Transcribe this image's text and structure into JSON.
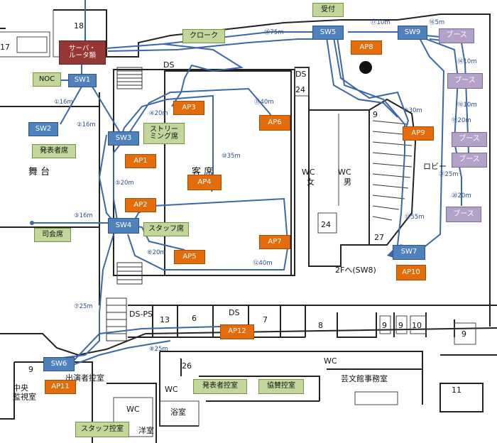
{
  "colors": {
    "switch": "#4f81bd",
    "access_point": "#e46c0a",
    "zone": "#c3d69b",
    "booth": "#b3a2c7",
    "server": "#953735",
    "cable": "#3b67a8"
  },
  "switches": {
    "sw1": "SW1",
    "sw2": "SW2",
    "sw3": "SW3",
    "sw4": "SW4",
    "sw5": "SW5",
    "sw6": "SW6",
    "sw7": "SW7",
    "sw9": "SW9"
  },
  "access_points": {
    "ap1": "AP1",
    "ap2": "AP2",
    "ap3": "AP3",
    "ap4": "AP4",
    "ap5": "AP5",
    "ap6": "AP6",
    "ap7": "AP7",
    "ap8": "AP8",
    "ap9": "AP9",
    "ap10": "AP10",
    "ap11": "AP11",
    "ap12": "AP12"
  },
  "server": "サーバ・\nルータ類",
  "zones": {
    "noc": "NOC",
    "cloak": "クローク",
    "reception": "受付",
    "speaker_seat": "発表者席",
    "streaming_seat": "ストリー\nミング席",
    "mc_seat": "司会席",
    "staff_seat": "スタッフ席",
    "speaker_waiting": "発表者控室",
    "sponsor_waiting": "協賛控室",
    "staff_waiting": "スタッフ控室"
  },
  "booth_label": "ブース",
  "distances": {
    "d1": "①16m",
    "d2": "②16m",
    "d3": "③16m",
    "d4": "④20m",
    "d5": "⑤20m",
    "d6": "⑥20m",
    "d7": "⑦25m",
    "d8": "⑧25m",
    "d9": "⑨30m",
    "d10": "⑩35m",
    "d11": "⑪40m",
    "d12": "⑫40m",
    "d13": "⑬55m",
    "d14": "⑭10m",
    "d15": "⑮75m",
    "d16": "⑯5m",
    "d17": "⑰10m",
    "d18": "⑱10m",
    "d19": "⑲20m",
    "d20": "⑳20m",
    "d21": "㉑25m"
  },
  "note_2f": "2Fへ(SW8)",
  "rooms": {
    "stage": "舞 台",
    "seats": "客 席",
    "lobby": "ロビー",
    "wc": "WC",
    "women": "女",
    "men": "男",
    "office": "芸文館事務室",
    "central_monitor": "中央\n監視室",
    "performer_waiting": "出演者控室",
    "bath": "浴室",
    "western_room": "洋室",
    "ds": "DS",
    "dsps": "DS-PS",
    "n18": "18",
    "n17": "17",
    "n24a": "24",
    "n24b": "24",
    "n9a": "9",
    "n27": "27",
    "n13": "13",
    "n6": "6",
    "n7": "7",
    "n8": "8",
    "n9b": "9",
    "n9c": "9",
    "n10": "10",
    "n9d": "9",
    "n26": "26",
    "n11": "11"
  }
}
